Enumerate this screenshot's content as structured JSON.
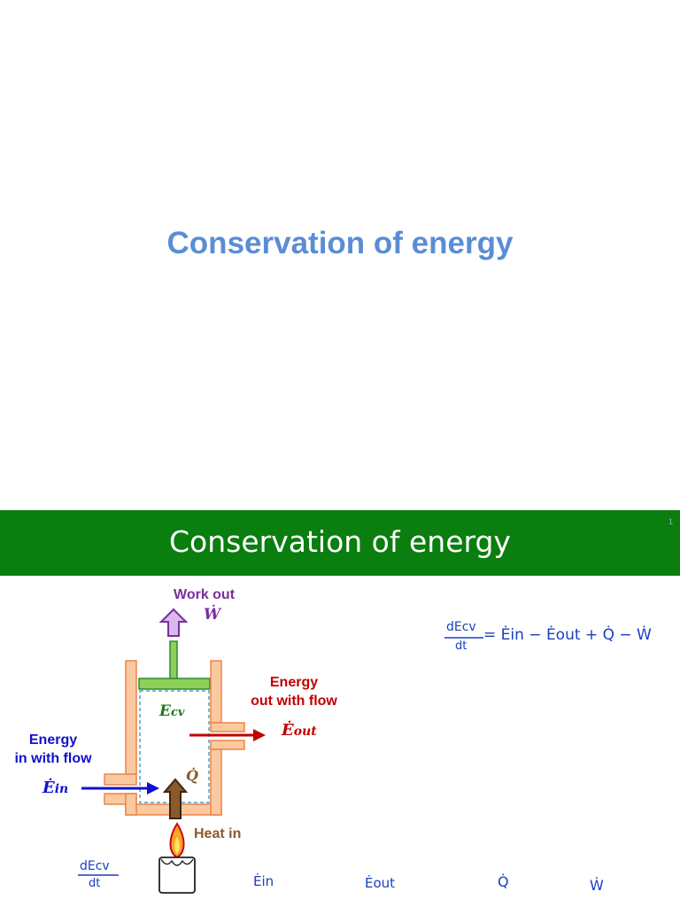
{
  "slide1": {
    "title": "Conservation of energy"
  },
  "slide2": {
    "title": "Conservation of energy",
    "slide_number": "1",
    "labels": {
      "work_out": "Work out",
      "work_symbol": "Ẇ",
      "energy_out_line1": "Energy",
      "energy_out_line2": "out with flow",
      "e_out_symbol": "Ė",
      "e_out_sub": "out",
      "energy_in_line1": "Energy",
      "energy_in_line2": "in with flow",
      "e_in_symbol": "Ė",
      "e_in_sub": "in",
      "e_cv_symbol": "E",
      "e_cv_sub": "cv",
      "q_symbol": "Q̇",
      "heat_in": "Heat in"
    },
    "handwritten": {
      "equation_lhs_num": "dEcv",
      "equation_lhs_den": "dt",
      "equation_rhs": "= Ėin − Ėout + Q̇ − Ẇ",
      "bottom_lhs_num": "dEcv",
      "bottom_lhs_den": "dt",
      "bottom_terms": [
        "Ėin",
        "Ėout",
        "Q̇",
        "Ẇ"
      ]
    },
    "colors": {
      "banner": "#0a7e0f",
      "title_blue": "#5b8dd6",
      "work_purple": "#7a2e9e",
      "out_red": "#c00000",
      "in_blue": "#1010d0",
      "heat_brown": "#8b5a2b",
      "wall_fill": "#fbc9a0",
      "wall_stroke": "#e9864a",
      "piston_green": "#8ed05a",
      "cv_green": "#1e7a1e"
    }
  }
}
